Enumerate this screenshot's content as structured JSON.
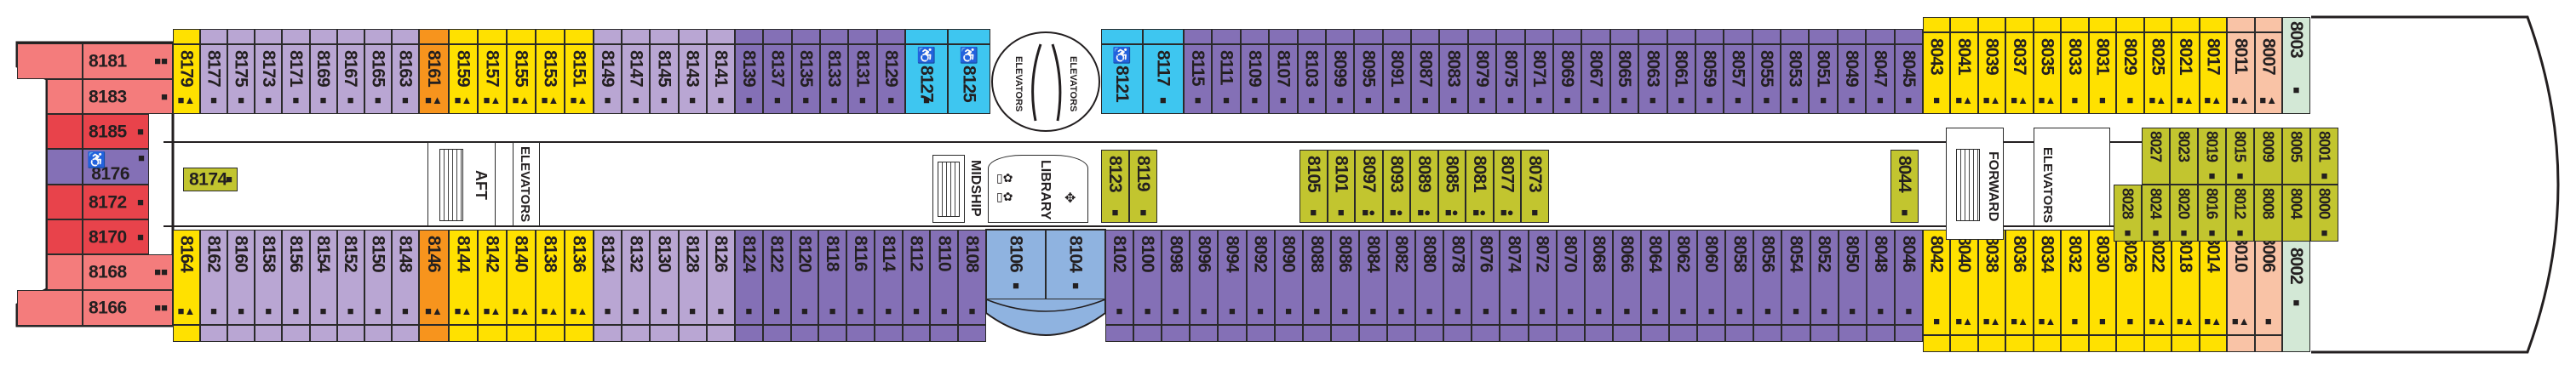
{
  "title": "Deck 8 Plan",
  "colors": {
    "pink": "#f47c7c",
    "red": "#e8434b",
    "yellow": "#ffe100",
    "orange": "#f7941d",
    "lilac": "#b9a6d3",
    "purple": "#8470b6",
    "cyan": "#3ec6f0",
    "blue": "#8fb3e0",
    "olive": "#c2c52f",
    "peach": "#f9c3a6",
    "mint": "#d3e8d6"
  },
  "symbols": {
    "bed": "■",
    "two_beds": "■■",
    "bed_sofa": "■▲",
    "bed_dot": "■●",
    "accessible": "♿"
  },
  "landmarks": {
    "aft_stairs": "AFT",
    "aft_elevators": "ELEVATORS",
    "mid_elevators_left": "ELEVATORS",
    "mid_elevators_right": "ELEVATORS",
    "midship_stairs": "MIDSHIP",
    "library": "LIBRARY",
    "forward_stairs": "FORWARD",
    "forward_elevators": "ELEVATORS"
  },
  "stern_cabins": [
    {
      "num": "8181",
      "sym": "■■",
      "cat": "pink"
    },
    {
      "num": "8183",
      "sym": "■",
      "cat": "pink"
    },
    {
      "num": "8185",
      "sym": "■",
      "cat": "red"
    },
    {
      "num": "8176",
      "sym": "■",
      "cat": "purple",
      "accessible": true
    },
    {
      "num": "8172",
      "sym": "■",
      "cat": "red"
    },
    {
      "num": "8170",
      "sym": "■",
      "cat": "red"
    },
    {
      "num": "8168",
      "sym": "■■",
      "cat": "pink"
    },
    {
      "num": "8166",
      "sym": "■■",
      "cat": "pink"
    }
  ],
  "top_row": [
    {
      "num": "8179",
      "sym": "■▲",
      "cat": "yellow"
    },
    {
      "num": "8177",
      "sym": "■",
      "cat": "lilac"
    },
    {
      "num": "8175",
      "sym": "■",
      "cat": "lilac"
    },
    {
      "num": "8173",
      "sym": "■",
      "cat": "lilac"
    },
    {
      "num": "8171",
      "sym": "■",
      "cat": "lilac"
    },
    {
      "num": "8169",
      "sym": "■",
      "cat": "lilac"
    },
    {
      "num": "8167",
      "sym": "■",
      "cat": "lilac"
    },
    {
      "num": "8165",
      "sym": "■",
      "cat": "lilac"
    },
    {
      "num": "8163",
      "sym": "■",
      "cat": "lilac"
    },
    {
      "num": "8161",
      "sym": "■▲",
      "cat": "orange"
    },
    {
      "num": "8159",
      "sym": "■▲",
      "cat": "yellow"
    },
    {
      "num": "8157",
      "sym": "■▲",
      "cat": "yellow"
    },
    {
      "num": "8155",
      "sym": "■▲",
      "cat": "yellow"
    },
    {
      "num": "8153",
      "sym": "■▲",
      "cat": "yellow"
    },
    {
      "num": "8151",
      "sym": "■▲",
      "cat": "yellow"
    },
    {
      "num": "8149",
      "sym": "■",
      "cat": "lilac"
    },
    {
      "num": "8147",
      "sym": "■",
      "cat": "lilac"
    },
    {
      "num": "8145",
      "sym": "■",
      "cat": "lilac"
    },
    {
      "num": "8143",
      "sym": "■",
      "cat": "lilac"
    },
    {
      "num": "8141",
      "sym": "■",
      "cat": "lilac"
    },
    {
      "num": "8139",
      "sym": "■",
      "cat": "purple"
    },
    {
      "num": "8137",
      "sym": "■",
      "cat": "purple"
    },
    {
      "num": "8135",
      "sym": "■",
      "cat": "purple"
    },
    {
      "num": "8133",
      "sym": "■",
      "cat": "purple"
    },
    {
      "num": "8131",
      "sym": "■",
      "cat": "purple"
    },
    {
      "num": "8129",
      "sym": "■",
      "cat": "purple"
    },
    {
      "num": "8127",
      "sym": "■",
      "cat": "cyan",
      "accessible": true
    },
    {
      "num": "8125",
      "sym": "",
      "cat": "cyan",
      "accessible": true
    },
    {
      "num": "8121",
      "sym": "",
      "cat": "cyan",
      "accessible": true
    },
    {
      "num": "8117",
      "sym": "■",
      "cat": "cyan"
    },
    {
      "num": "8115",
      "sym": "■",
      "cat": "purple"
    },
    {
      "num": "8111",
      "sym": "■",
      "cat": "purple"
    },
    {
      "num": "8109",
      "sym": "■",
      "cat": "purple"
    },
    {
      "num": "8107",
      "sym": "■",
      "cat": "purple"
    },
    {
      "num": "8103",
      "sym": "■",
      "cat": "purple"
    },
    {
      "num": "8099",
      "sym": "■",
      "cat": "purple"
    },
    {
      "num": "8095",
      "sym": "■",
      "cat": "purple"
    },
    {
      "num": "8091",
      "sym": "■",
      "cat": "purple"
    },
    {
      "num": "8087",
      "sym": "■",
      "cat": "purple"
    },
    {
      "num": "8083",
      "sym": "■",
      "cat": "purple"
    },
    {
      "num": "8079",
      "sym": "■",
      "cat": "purple"
    },
    {
      "num": "8075",
      "sym": "■",
      "cat": "purple"
    },
    {
      "num": "8071",
      "sym": "■",
      "cat": "purple"
    },
    {
      "num": "8069",
      "sym": "■",
      "cat": "purple"
    },
    {
      "num": "8067",
      "sym": "■",
      "cat": "purple"
    },
    {
      "num": "8065",
      "sym": "■",
      "cat": "purple"
    },
    {
      "num": "8063",
      "sym": "■",
      "cat": "purple"
    },
    {
      "num": "8061",
      "sym": "■",
      "cat": "purple"
    },
    {
      "num": "8059",
      "sym": "■",
      "cat": "purple"
    },
    {
      "num": "8057",
      "sym": "■",
      "cat": "purple"
    },
    {
      "num": "8055",
      "sym": "■",
      "cat": "purple"
    },
    {
      "num": "8053",
      "sym": "■",
      "cat": "purple"
    },
    {
      "num": "8051",
      "sym": "■",
      "cat": "purple"
    },
    {
      "num": "8049",
      "sym": "■",
      "cat": "purple"
    },
    {
      "num": "8047",
      "sym": "■",
      "cat": "purple"
    },
    {
      "num": "8045",
      "sym": "■",
      "cat": "purple"
    },
    {
      "num": "8043",
      "sym": "■",
      "cat": "yellow"
    },
    {
      "num": "8041",
      "sym": "■▲",
      "cat": "yellow"
    },
    {
      "num": "8039",
      "sym": "■▲",
      "cat": "yellow"
    },
    {
      "num": "8037",
      "sym": "■▲",
      "cat": "yellow"
    },
    {
      "num": "8035",
      "sym": "■▲",
      "cat": "yellow"
    },
    {
      "num": "8033",
      "sym": "■",
      "cat": "yellow"
    },
    {
      "num": "8031",
      "sym": "■",
      "cat": "yellow"
    },
    {
      "num": "8029",
      "sym": "■",
      "cat": "yellow"
    },
    {
      "num": "8025",
      "sym": "■▲",
      "cat": "yellow"
    },
    {
      "num": "8021",
      "sym": "■▲",
      "cat": "yellow"
    },
    {
      "num": "8017",
      "sym": "■▲",
      "cat": "yellow"
    },
    {
      "num": "8011",
      "sym": "■▲",
      "cat": "peach"
    },
    {
      "num": "8007",
      "sym": "■▲",
      "cat": "peach"
    },
    {
      "num": "8003",
      "sym": "■",
      "cat": "mint"
    }
  ],
  "bottom_row": [
    {
      "num": "8164",
      "sym": "■▲",
      "cat": "yellow"
    },
    {
      "num": "8162",
      "sym": "■",
      "cat": "lilac"
    },
    {
      "num": "8160",
      "sym": "■",
      "cat": "lilac"
    },
    {
      "num": "8158",
      "sym": "■",
      "cat": "lilac"
    },
    {
      "num": "8156",
      "sym": "■",
      "cat": "lilac"
    },
    {
      "num": "8154",
      "sym": "■",
      "cat": "lilac"
    },
    {
      "num": "8152",
      "sym": "■",
      "cat": "lilac"
    },
    {
      "num": "8150",
      "sym": "■",
      "cat": "lilac"
    },
    {
      "num": "8148",
      "sym": "■",
      "cat": "lilac"
    },
    {
      "num": "8146",
      "sym": "■▲",
      "cat": "orange"
    },
    {
      "num": "8144",
      "sym": "■▲",
      "cat": "yellow"
    },
    {
      "num": "8142",
      "sym": "■▲",
      "cat": "yellow"
    },
    {
      "num": "8140",
      "sym": "■▲",
      "cat": "yellow"
    },
    {
      "num": "8138",
      "sym": "■▲",
      "cat": "yellow"
    },
    {
      "num": "8136",
      "sym": "■▲",
      "cat": "yellow"
    },
    {
      "num": "8134",
      "sym": "■",
      "cat": "lilac"
    },
    {
      "num": "8132",
      "sym": "■",
      "cat": "lilac"
    },
    {
      "num": "8130",
      "sym": "■",
      "cat": "lilac"
    },
    {
      "num": "8128",
      "sym": "■",
      "cat": "lilac"
    },
    {
      "num": "8126",
      "sym": "■",
      "cat": "lilac"
    },
    {
      "num": "8124",
      "sym": "■",
      "cat": "purple"
    },
    {
      "num": "8122",
      "sym": "■",
      "cat": "purple"
    },
    {
      "num": "8120",
      "sym": "■",
      "cat": "purple"
    },
    {
      "num": "8118",
      "sym": "■",
      "cat": "purple"
    },
    {
      "num": "8116",
      "sym": "■",
      "cat": "purple"
    },
    {
      "num": "8114",
      "sym": "■",
      "cat": "purple"
    },
    {
      "num": "8112",
      "sym": "■",
      "cat": "purple"
    },
    {
      "num": "8110",
      "sym": "■",
      "cat": "purple"
    },
    {
      "num": "8108",
      "sym": "■",
      "cat": "purple"
    },
    {
      "num": "8106",
      "sym": "■",
      "cat": "blue"
    },
    {
      "num": "8104",
      "sym": "■",
      "cat": "blue"
    },
    {
      "num": "8102",
      "sym": "■",
      "cat": "purple"
    },
    {
      "num": "8100",
      "sym": "■",
      "cat": "purple"
    },
    {
      "num": "8098",
      "sym": "■",
      "cat": "purple"
    },
    {
      "num": "8096",
      "sym": "■",
      "cat": "purple"
    },
    {
      "num": "8094",
      "sym": "■",
      "cat": "purple"
    },
    {
      "num": "8092",
      "sym": "■",
      "cat": "purple"
    },
    {
      "num": "8090",
      "sym": "■",
      "cat": "purple"
    },
    {
      "num": "8088",
      "sym": "■",
      "cat": "purple"
    },
    {
      "num": "8086",
      "sym": "■",
      "cat": "purple"
    },
    {
      "num": "8084",
      "sym": "■",
      "cat": "purple"
    },
    {
      "num": "8082",
      "sym": "■",
      "cat": "purple"
    },
    {
      "num": "8080",
      "sym": "■",
      "cat": "purple"
    },
    {
      "num": "8078",
      "sym": "■",
      "cat": "purple"
    },
    {
      "num": "8076",
      "sym": "■",
      "cat": "purple"
    },
    {
      "num": "8074",
      "sym": "■",
      "cat": "purple"
    },
    {
      "num": "8072",
      "sym": "■",
      "cat": "purple"
    },
    {
      "num": "8070",
      "sym": "■",
      "cat": "purple"
    },
    {
      "num": "8068",
      "sym": "■",
      "cat": "purple"
    },
    {
      "num": "8066",
      "sym": "■",
      "cat": "purple"
    },
    {
      "num": "8064",
      "sym": "■",
      "cat": "purple"
    },
    {
      "num": "8062",
      "sym": "■",
      "cat": "purple"
    },
    {
      "num": "8060",
      "sym": "■",
      "cat": "purple"
    },
    {
      "num": "8058",
      "sym": "■",
      "cat": "purple"
    },
    {
      "num": "8056",
      "sym": "■",
      "cat": "purple"
    },
    {
      "num": "8054",
      "sym": "■",
      "cat": "purple"
    },
    {
      "num": "8052",
      "sym": "■",
      "cat": "purple"
    },
    {
      "num": "8050",
      "sym": "■",
      "cat": "purple"
    },
    {
      "num": "8048",
      "sym": "■",
      "cat": "purple"
    },
    {
      "num": "8046",
      "sym": "■",
      "cat": "purple"
    },
    {
      "num": "8042",
      "sym": "■",
      "cat": "yellow"
    },
    {
      "num": "8040",
      "sym": "■▲",
      "cat": "yellow"
    },
    {
      "num": "8038",
      "sym": "■▲",
      "cat": "yellow"
    },
    {
      "num": "8036",
      "sym": "■▲",
      "cat": "yellow"
    },
    {
      "num": "8034",
      "sym": "■▲",
      "cat": "yellow"
    },
    {
      "num": "8032",
      "sym": "■",
      "cat": "yellow"
    },
    {
      "num": "8030",
      "sym": "■",
      "cat": "yellow"
    },
    {
      "num": "8026",
      "sym": "■",
      "cat": "yellow"
    },
    {
      "num": "8022",
      "sym": "■▲",
      "cat": "yellow"
    },
    {
      "num": "8018",
      "sym": "■▲",
      "cat": "yellow"
    },
    {
      "num": "8014",
      "sym": "■▲",
      "cat": "yellow"
    },
    {
      "num": "8010",
      "sym": "■▲",
      "cat": "peach"
    },
    {
      "num": "8006",
      "sym": "■",
      "cat": "peach"
    },
    {
      "num": "8002",
      "sym": "■",
      "cat": "mint"
    }
  ],
  "inside_cabins": {
    "aft": [
      {
        "num": "8174",
        "sym": "■",
        "cat": "olive"
      }
    ],
    "mid_left": [
      {
        "num": "8123",
        "sym": "■",
        "cat": "olive"
      },
      {
        "num": "8119",
        "sym": "■",
        "cat": "olive"
      }
    ],
    "mid_right": [
      {
        "num": "8105",
        "sym": "■",
        "cat": "olive"
      },
      {
        "num": "8101",
        "sym": "■",
        "cat": "olive"
      },
      {
        "num": "8097",
        "sym": "■●",
        "cat": "olive"
      },
      {
        "num": "8093",
        "sym": "■●",
        "cat": "olive"
      },
      {
        "num": "8089",
        "sym": "■●",
        "cat": "olive"
      },
      {
        "num": "8085",
        "sym": "■●",
        "cat": "olive"
      },
      {
        "num": "8081",
        "sym": "■●",
        "cat": "olive"
      },
      {
        "num": "8077",
        "sym": "■●",
        "cat": "olive"
      },
      {
        "num": "8073",
        "sym": "■",
        "cat": "olive"
      }
    ],
    "forward_single": [
      {
        "num": "8044",
        "sym": "■",
        "cat": "olive"
      }
    ],
    "forward_upper": [
      {
        "num": "8027",
        "sym": "",
        "cat": "olive"
      },
      {
        "num": "8023",
        "sym": "",
        "cat": "olive"
      },
      {
        "num": "8019",
        "sym": "■",
        "cat": "olive"
      },
      {
        "num": "8015",
        "sym": "■",
        "cat": "olive"
      },
      {
        "num": "8009",
        "sym": "",
        "cat": "olive"
      },
      {
        "num": "8005",
        "sym": "",
        "cat": "olive"
      },
      {
        "num": "8001",
        "sym": "■",
        "cat": "olive"
      }
    ],
    "forward_lower": [
      {
        "num": "8028",
        "sym": "■",
        "cat": "olive"
      },
      {
        "num": "8024",
        "sym": "■",
        "cat": "olive"
      },
      {
        "num": "8020",
        "sym": "■",
        "cat": "olive"
      },
      {
        "num": "8016",
        "sym": "■",
        "cat": "olive"
      },
      {
        "num": "8012",
        "sym": "■",
        "cat": "olive"
      },
      {
        "num": "8008",
        "sym": "",
        "cat": "olive"
      },
      {
        "num": "8004",
        "sym": "",
        "cat": "olive"
      },
      {
        "num": "8000",
        "sym": "■",
        "cat": "olive"
      }
    ]
  }
}
